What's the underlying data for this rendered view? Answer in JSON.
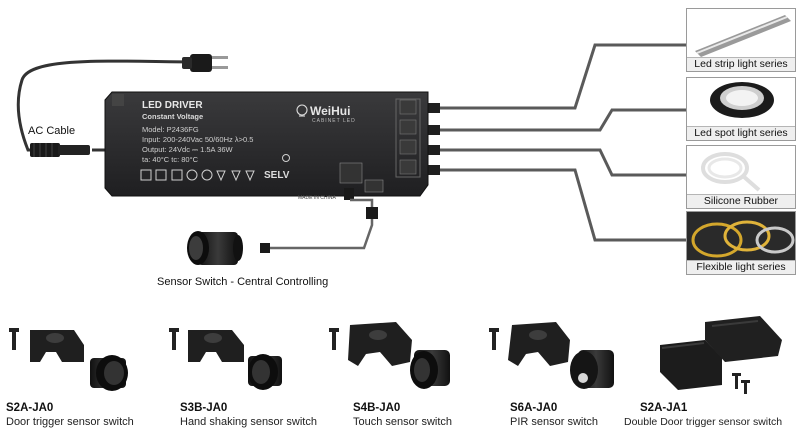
{
  "driver": {
    "heading": "LED DRIVER",
    "subheading": "Constant Voltage",
    "model": "Model: P2436FG",
    "input": "Input: 200-240Vac  50/60Hz  λ>0.5",
    "output": "Output: 24Vdc ⎓ 1.5A  36W",
    "temps": "ta: 40°C   tc: 80°C",
    "brand": "WeiHui",
    "brand_sub": "CABINET LED",
    "selv": "SELV",
    "made_in": "MADE IN CHINA"
  },
  "labels": {
    "ac_cable": "AC Cable",
    "sensor_switch": "Sensor Switch - Central Controlling"
  },
  "outputs": [
    {
      "label": "Led strip light series"
    },
    {
      "label": "Led spot light series"
    },
    {
      "label": "Silicone Rubber"
    },
    {
      "label": "Flexible light series"
    }
  ],
  "products": [
    {
      "code": "S2A-JA0",
      "desc": "Door trigger sensor switch"
    },
    {
      "code": "S3B-JA0",
      "desc": "Hand shaking sensor switch"
    },
    {
      "code": "S4B-JA0",
      "desc": "Touch sensor switch"
    },
    {
      "code": "S6A-JA0",
      "desc": "PIR sensor switch"
    },
    {
      "code": "S2A-JA1",
      "desc": "Double Door trigger sensor switch"
    }
  ],
  "colors": {
    "driver_body": "#2b2b2d",
    "cable": "#555555",
    "device": "#1a1a1a",
    "caption_bar": "#efefef"
  }
}
